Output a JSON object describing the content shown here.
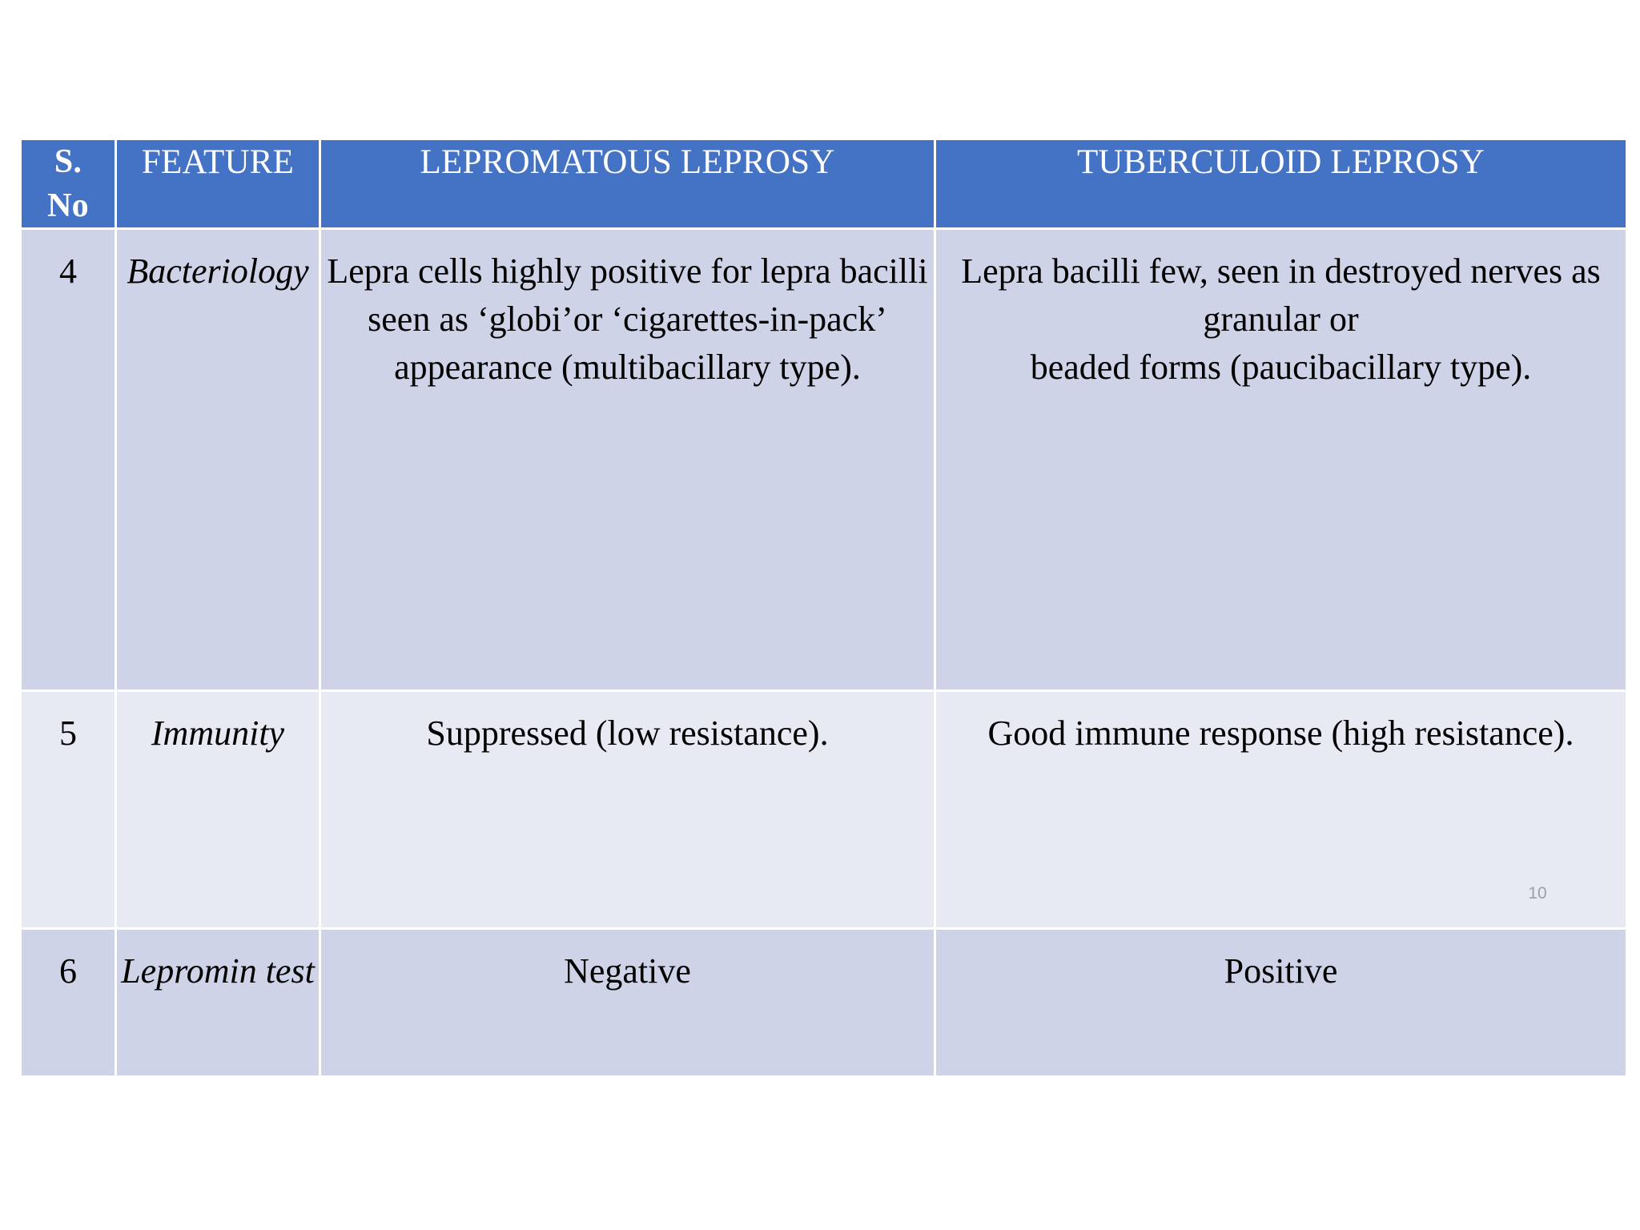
{
  "slide": {
    "page_number": "10"
  },
  "table": {
    "headers": {
      "sno": "S.\nNo",
      "sno_line1": "S.",
      "sno_line2": "No",
      "feature": "FEATURE",
      "lepromatous": "LEPROMATOUS LEPROSY",
      "tuberculoid": "TUBERCULOID LEPROSY"
    },
    "rows": [
      {
        "sno": "4",
        "feature": "Bacteriology",
        "lepromatous": "Lepra cells highly positive for lepra bacilli seen as ‘globi’or ‘cigarettes-in-pack’ appearance (multibacillary type).",
        "tuberculoid": "Lepra bacilli few, seen in destroyed nerves as granular or\nbeaded forms (paucibacillary type)."
      },
      {
        "sno": "5",
        "feature": "Immunity",
        "lepromatous": "Suppressed (low resistance).",
        "tuberculoid": "Good immune response (high resistance)."
      },
      {
        "sno": "6",
        "feature": "Lepromin test",
        "lepromatous": "Negative",
        "tuberculoid": "Positive"
      }
    ]
  },
  "colors": {
    "header_blue": "#4472c4",
    "row_dark": "#ced3e7",
    "row_light": "#e7e9f3",
    "page_number": "#9aa0ad",
    "background": "#ffffff"
  }
}
